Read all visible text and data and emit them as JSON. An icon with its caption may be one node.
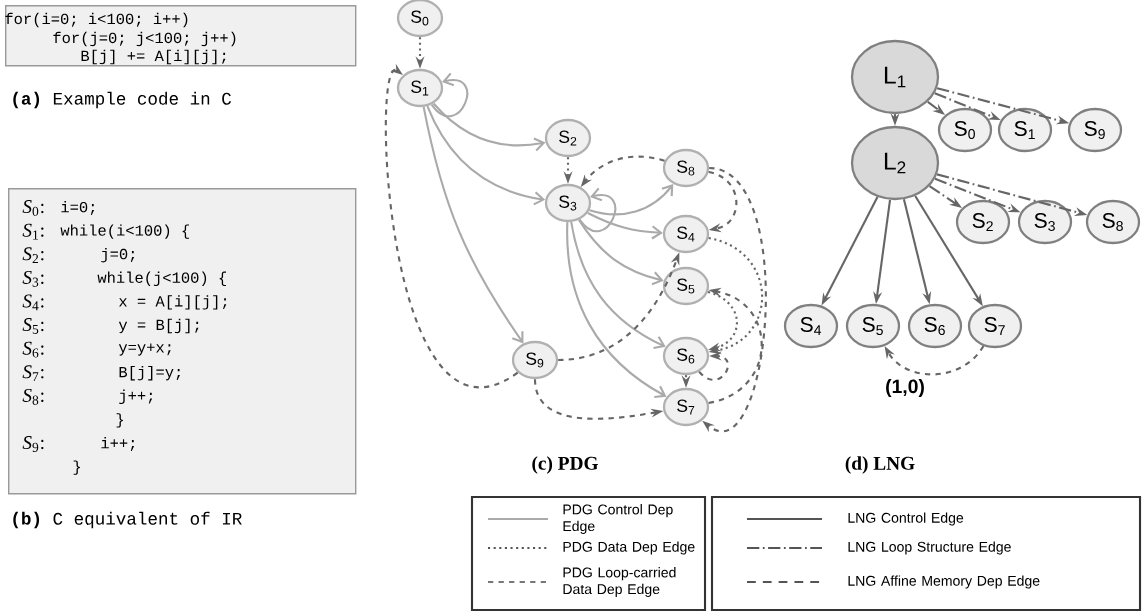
{
  "diagram": {
    "nodes": [
      {
        "text": [
          "for(i=0; i<100; i++)",
          "for(j=0; j<100; j++)",
          "B[j] += A[i][j];"
        ],
        "beside": [
          "**(a)** Example code in C"
        ]
      },
      {
        "text": [
          "*S*$_{0}$:",
          "i=0;",
          "*S*$_{1}$:",
          "while(i<100) {",
          "*S*$_{2}$:",
          "j=0;",
          "*S*$_{3}$:",
          "while(j<100) {",
          "*S*$_{4}$:",
          "x = A[i][j];",
          "*S*$_{5}$:",
          "y = B[j];",
          "*S*$_{6}$:",
          "y=y+x;",
          "*S*$_{7}$:",
          "B[j]=y;",
          "*S*$_{8}$:",
          "j++;",
          "}",
          "*S*$_{9}$:",
          "i++;",
          "}"
        ],
        "beside": [
          "**(b)** C equivalent of IR"
        ]
      },
      {
        "text": [
          "S$_{0}$"
        ]
      },
      {
        "text": [
          "S$_{1}$"
        ]
      },
      {
        "text": [
          "S$_{2}$"
        ]
      },
      {
        "text": [
          "S$_{3}$"
        ]
      },
      {
        "text": [
          "S$_{4}$"
        ]
      },
      {
        "text": [
          "S$_{5}$"
        ]
      },
      {
        "text": [
          "S$_{6}$"
        ]
      },
      {
        "text": [
          "S$_{7}$"
        ]
      },
      {
        "text": [
          "S$_{8}$"
        ]
      },
      {
        "text": [
          "S$_{9}$"
        ]
      },
      {
        "text": [
          "L$_{1}$"
        ]
      },
      {
        "text": [
          "L$_{2}$"
        ]
      },
      {
        "text": [
          "S$_{0}$"
        ]
      },
      {
        "text": [
          "S$_{1}$"
        ]
      },
      {
        "text": [
          "S$_{9}$"
        ]
      },
      {
        "text": [
          "S$_{2}$"
        ]
      },
      {
        "text": [
          "S$_{3}$"
        ]
      },
      {
        "text": [
          "S$_{8}$"
        ]
      },
      {
        "text": [
          "S$_{4}$"
        ]
      },
      {
        "text": [
          "S$_{5}$"
        ]
      },
      {
        "text": [
          "S$_{6}$"
        ]
      },
      {
        "text": [
          "S$_{7}$"
        ]
      }
    ],
    "edges": [
      {
        "from": 2,
        "to": 3,
        "arrow": "to",
        "style": "dashed"
      },
      {
        "from": 11,
        "to": 3,
        "arrow": "to",
        "style": "dashed"
      },
      {
        "from": 3,
        "to": 3,
        "arrow": "to",
        "color": "#aaaaaa"
      },
      {
        "from": 3,
        "to": 4,
        "arrow": "to",
        "color": "#aaaaaa"
      },
      {
        "from": 3,
        "to": 5,
        "arrow": "to",
        "color": "#aaaaaa"
      },
      {
        "from": 3,
        "to": 11,
        "arrow": "to",
        "color": "#aaaaaa"
      },
      {
        "from": 4,
        "to": 5,
        "arrow": "to",
        "style": "dashed"
      },
      {
        "from": 10,
        "to": 5,
        "arrow": "to",
        "style": "dashed"
      },
      {
        "from": 5,
        "to": 5,
        "arrow": "to",
        "color": "#aaaaaa"
      },
      {
        "from": 5,
        "to": 10,
        "arrow": "to",
        "color": "#aaaaaa"
      },
      {
        "from": 5,
        "to": 6,
        "arrow": "to",
        "color": "#aaaaaa"
      },
      {
        "from": 5,
        "to": 7,
        "arrow": "to",
        "color": "#aaaaaa"
      },
      {
        "from": 5,
        "to": 8,
        "arrow": "to",
        "color": "#aaaaaa"
      },
      {
        "from": 5,
        "to": 9,
        "arrow": "to",
        "color": "#aaaaaa"
      },
      {
        "from": 10,
        "to": 6,
        "arrow": "to",
        "style": "dashed"
      },
      {
        "from": 10,
        "to": 9,
        "arrow": "to",
        "style": "dashed"
      },
      {
        "from": 11,
        "to": 6,
        "arrow": "to",
        "style": "dashed"
      },
      {
        "from": 11,
        "to": 9,
        "arrow": "to",
        "style": "dashed"
      },
      {
        "from": 6,
        "to": 8,
        "arrow": "to",
        "style": "dashed"
      },
      {
        "from": 7,
        "to": 8,
        "arrow": "to",
        "style": "dashed"
      },
      {
        "from": 9,
        "to": 7,
        "arrow": "to",
        "style": "dashed"
      },
      {
        "from": 8,
        "to": 8,
        "arrow": "to",
        "style": "dashed"
      },
      {
        "from": 8,
        "to": 9,
        "arrow": "to",
        "style": "dashed"
      },
      {
        "from": 12,
        "to": 13,
        "arrow": "to"
      },
      {
        "from": 12,
        "to": 14,
        "arrow": "to",
        "style": "dashed"
      },
      {
        "from": 12,
        "to": 15,
        "arrow": "to",
        "style": "dashed"
      },
      {
        "from": 12,
        "to": 16,
        "arrow": "to",
        "style": "dashed"
      },
      {
        "from": 13,
        "to": 17,
        "arrow": "to",
        "style": "dashed"
      },
      {
        "from": 13,
        "to": 18,
        "arrow": "to",
        "style": "dashed"
      },
      {
        "from": 13,
        "to": 19,
        "arrow": "to",
        "style": "dashed"
      },
      {
        "from": 13,
        "to": 20,
        "arrow": "to"
      },
      {
        "from": 13,
        "to": 21,
        "arrow": "to"
      },
      {
        "from": 13,
        "to": 22,
        "arrow": "to"
      },
      {
        "from": 13,
        "to": 23,
        "arrow": "to"
      },
      {
        "from": 23,
        "to": 21,
        "arrow": "to",
        "style": "dashed",
        "label": "(1,0)"
      }
    ],
    "labels": [
      "**(c)** PDG",
      "(d) LNG"
    ],
    "legend": [
      {
        "text": "PDG Control Dep Edge"
      },
      {
        "text": "PDG Data Dep Edge"
      },
      {
        "text": "PDG Loop-carried Data Dep Edge"
      },
      {
        "text": "LNG Control Edge"
      },
      {
        "text": "LNG Loop Structure Edge"
      },
      {
        "text": "LNG Affine Memory Dep Edge"
      }
    ]
  }
}
